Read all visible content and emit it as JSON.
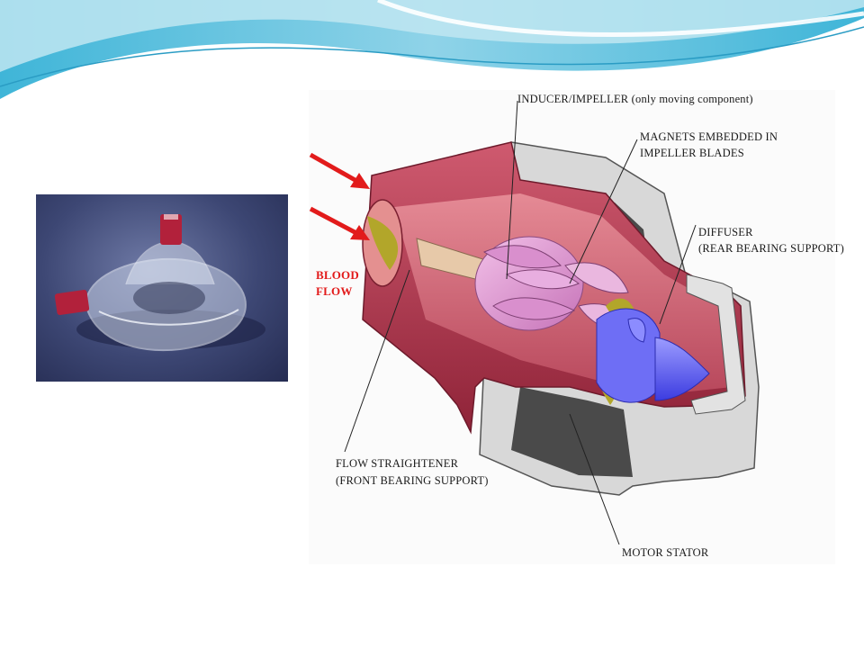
{
  "slide": {
    "colors": {
      "wave_primary": "#3fb5d8",
      "wave_light": "#bfe6f1",
      "blood_flow": "#e21b1b",
      "impeller": "#e79bd8",
      "housing": "#b33550",
      "stator": "#4a4a4a",
      "diffuser": "#5b5bf0"
    }
  },
  "photo": {
    "subject": "pump-photo"
  },
  "diagram": {
    "labels": {
      "inducer_impeller": "INDUCER/IMPELLER (only moving component)",
      "magnets_line1": "MAGNETS EMBEDDED IN",
      "magnets_line2": "IMPELLER BLADES",
      "diffuser_line1": "DIFFUSER",
      "diffuser_line2": "(REAR BEARING SUPPORT)",
      "blood_flow_line1": "BLOOD",
      "blood_flow_line2": "FLOW",
      "flow_straightener_line1": "FLOW STRAIGHTENER",
      "flow_straightener_line2": "(FRONT BEARING SUPPORT)",
      "motor_stator": "MOTOR STATOR"
    }
  }
}
